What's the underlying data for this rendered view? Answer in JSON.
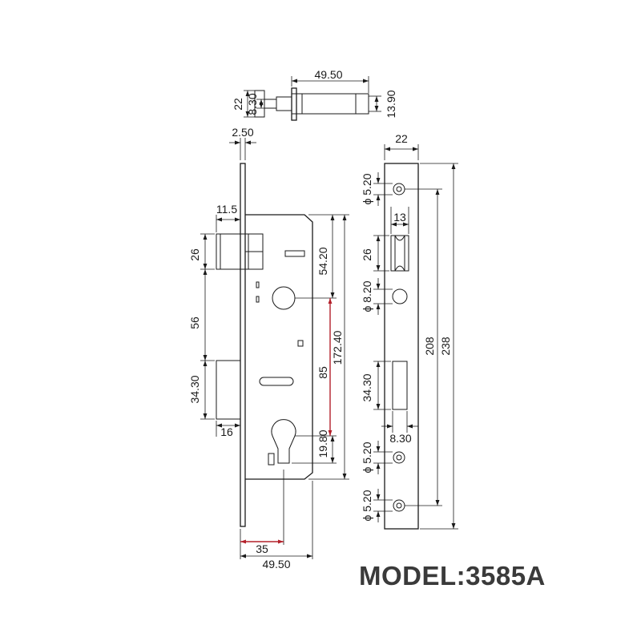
{
  "model": "MODEL:3585A",
  "dims": {
    "bolt_length": "49.50",
    "bolt_height": "22",
    "bolt_inner": "8.30",
    "bolt_offset": "13.90",
    "faceplate_thickness": "2.50",
    "latch_depth": "11.5",
    "latch_height": "26",
    "latch_to_bolt": "56",
    "bolt_throw_height": "34.30",
    "bolt_throw_depth": "16",
    "top_to_spindle": "54.20",
    "center_distance": "85",
    "case_height": "172.40",
    "cyl_to_bottom": "19.80",
    "backset": "35",
    "case_depth": "49.50",
    "strike_width": "22",
    "screw_top": "ϕ 5.20",
    "latch_window_width": "13",
    "latch_window_height": "26",
    "roller_hole": "ϕ 8.20",
    "bolt_window_height": "34.30",
    "bolt_window_width": "8.30",
    "screw_mid": "ϕ 5.20",
    "screw_bottom": "ϕ 5.20",
    "screw_spacing": "208",
    "strike_length": "238"
  }
}
